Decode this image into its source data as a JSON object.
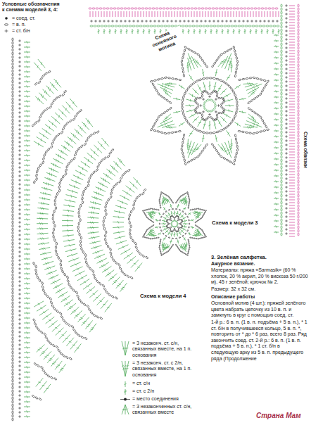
{
  "diagram": {
    "labels": [
      "Условные обозначения к схемам моделей 3, 4:",
      "Схема основного мотива",
      "Схема обвязки",
      "Схема к модели 3",
      "Схема к модели 4",
      "3. Зелёная салфетка.",
      "Ажурное вязание.",
      "Материалы: пряжа «Sarmasik» (60 % хлопок, 20 % акрил, 20 % вискоза 50 г/200 м), 45 г зелёной; крючок № 2.",
      "Размер: 32 x 32 см.",
      "Описание работы",
      "Основной мотив (4 шт.): пряжей зелёного цвета набрать цепочку из 10 в. п. и замкнуть в круг с помощью соед. ст.",
      "1-й р.: 6 в. п. (1 в. п. подъёма + 5 в. п.), * 1 ст. б/н в получившееся кольцо, 5 в. п. *, повторить от * до * 6 раз, всего 8 раз. Ряд закончить соед. ст. 2-й р.: 6 в. п. (1 в. п. подъёма + 5 в. п.), * 1 ст. б/н в следующую арку из 5 в. п. предыдущего ряда (Продолжение",
      "Страна Мам"
    ],
    "legend": [
      {
        "text": "= соед. ст."
      },
      {
        "text": "= в. п."
      },
      {
        "text": "= ст. б/н"
      },
      {
        "text": "= 3 незаконч. ст. с/н, связанных вместе, на 1 п. основания"
      },
      {
        "text": "= 3 незаконч. ст. с 2/н, связанных вместе, на 1 п. основания"
      },
      {
        "text": "= ст. с/н"
      },
      {
        "text": "= ст. с 2/н"
      },
      {
        "text": "= место соединения"
      },
      {
        "text": "= 3 незаконченных ст. с/н, связанных вместе"
      }
    ]
  }
}
